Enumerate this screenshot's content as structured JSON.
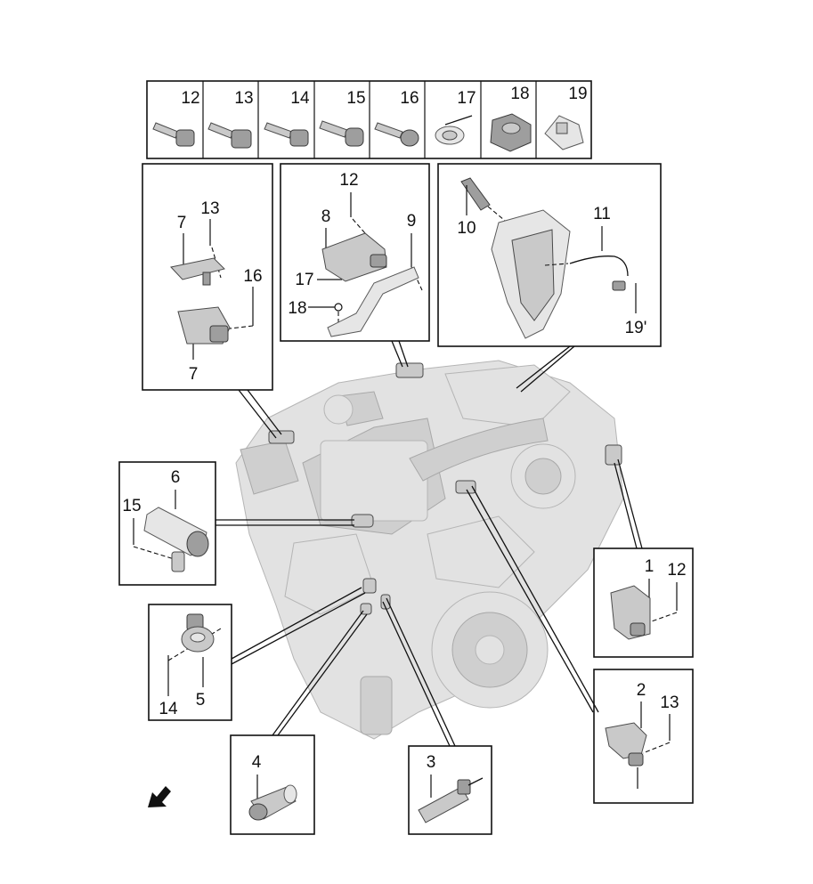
{
  "colors": {
    "line": "#111111",
    "part": "#c9c9c9",
    "engine": "#e2e2e2",
    "background": "#ffffff"
  },
  "fasteners": [
    "12",
    "13",
    "14",
    "15",
    "16",
    "17",
    "18",
    "19"
  ],
  "callouts": {
    "box_map_sensor": {
      "top_part": "7",
      "top_screw": "13",
      "bottom_part": "7",
      "bottom_screw": "16"
    },
    "box_pressure_sensor": {
      "screw": "12",
      "sensor": "8",
      "bracket": "9",
      "clip": "17",
      "nut": "18"
    },
    "box_exhaust": {
      "probe_left": "10",
      "probe_right": "11",
      "clip": "19'"
    },
    "box_camshaft": {
      "sensor": "6",
      "screw": "15"
    },
    "box_knock": {
      "screw": "14",
      "sensor": "5"
    },
    "box_oil_pressure": {
      "sensor": "4"
    },
    "box_temp": {
      "sensor": "3"
    },
    "box_map_right": {
      "sensor": "1",
      "screw": "12"
    },
    "box_crank": {
      "sensor": "2",
      "screw": "13"
    }
  },
  "icons": {
    "direction": "arrow-down-left-icon"
  }
}
